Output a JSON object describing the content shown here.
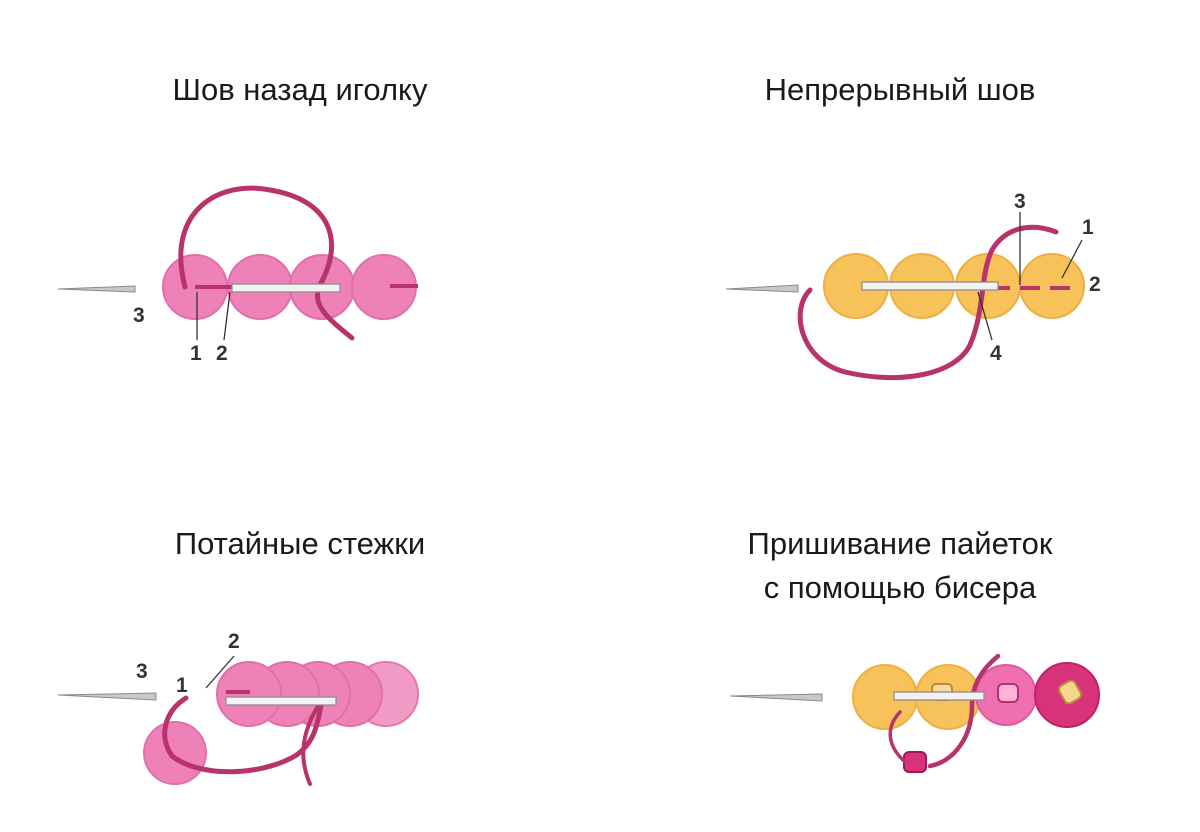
{
  "colors": {
    "pink_sequin": "#ee82b8",
    "pink_sequin_edge": "#e070a8",
    "yellow_sequin": "#f7c25a",
    "yellow_sequin_edge": "#eeb044",
    "thread": "#b8336a",
    "needle": "#9a9a9a",
    "magenta_bead": "#d8327a"
  },
  "panels": [
    {
      "title": "Шов назад иголку",
      "labels": [
        "1",
        "2",
        "3"
      ]
    },
    {
      "title": "Непрерывный шов",
      "labels": [
        "1",
        "2",
        "3",
        "4"
      ]
    },
    {
      "title": "Потайные стежки",
      "labels": [
        "1",
        "2",
        "3"
      ]
    },
    {
      "title_line1": "Пришивание пайеток",
      "title_line2": "с помощью бисера"
    }
  ]
}
